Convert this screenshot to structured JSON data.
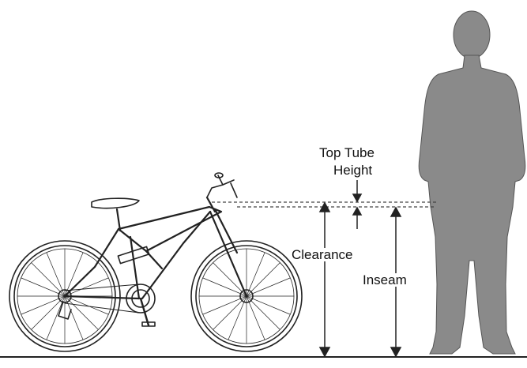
{
  "labels": {
    "top_tube_height_line1": "Top Tube",
    "top_tube_height_line2": "Height",
    "clearance": "Clearance",
    "inseam": "Inseam"
  },
  "colors": {
    "line": "#222222",
    "silhouette": "#8a8a8a",
    "background": "#ffffff"
  }
}
